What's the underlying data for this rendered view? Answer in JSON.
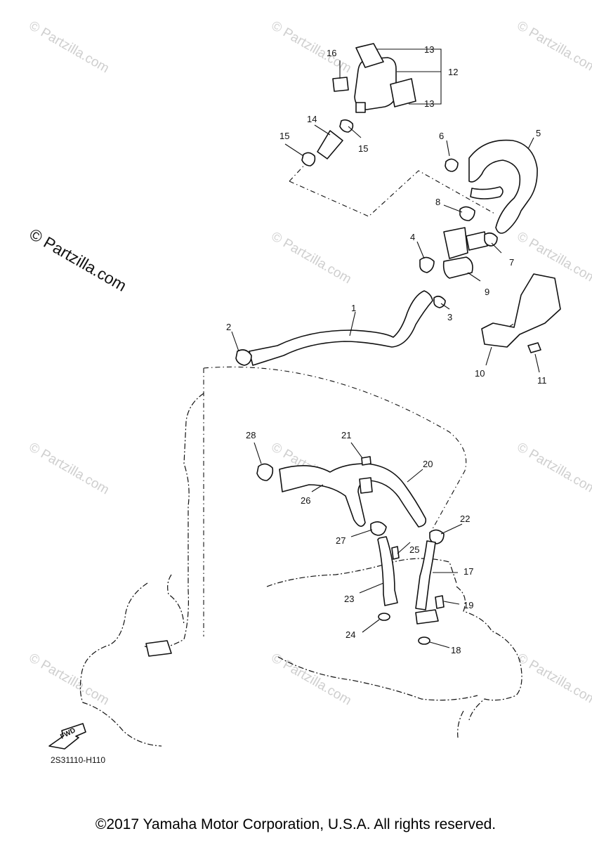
{
  "watermark": "© Partzilla.com",
  "watermark_main": "© Partzilla.com",
  "part_code": "2S31110-H110",
  "fwd_label": "FWD",
  "copyright": "©2017 Yamaha Motor Corporation, U.S.A. All rights reserved.",
  "callouts": {
    "c1": "1",
    "c2": "2",
    "c3": "3",
    "c4": "4",
    "c5": "5",
    "c6": "6",
    "c7": "7",
    "c8": "8",
    "c9": "9",
    "c10": "10",
    "c11": "11",
    "c12": "12",
    "c13a": "13",
    "c13b": "13",
    "c14": "14",
    "c15a": "15",
    "c15b": "15",
    "c16": "16",
    "c17": "17",
    "c18": "18",
    "c19": "19",
    "c20": "20",
    "c21": "21",
    "c22": "22",
    "c23": "23",
    "c24": "24",
    "c25": "25",
    "c26": "26",
    "c27": "27",
    "c28": "28"
  }
}
